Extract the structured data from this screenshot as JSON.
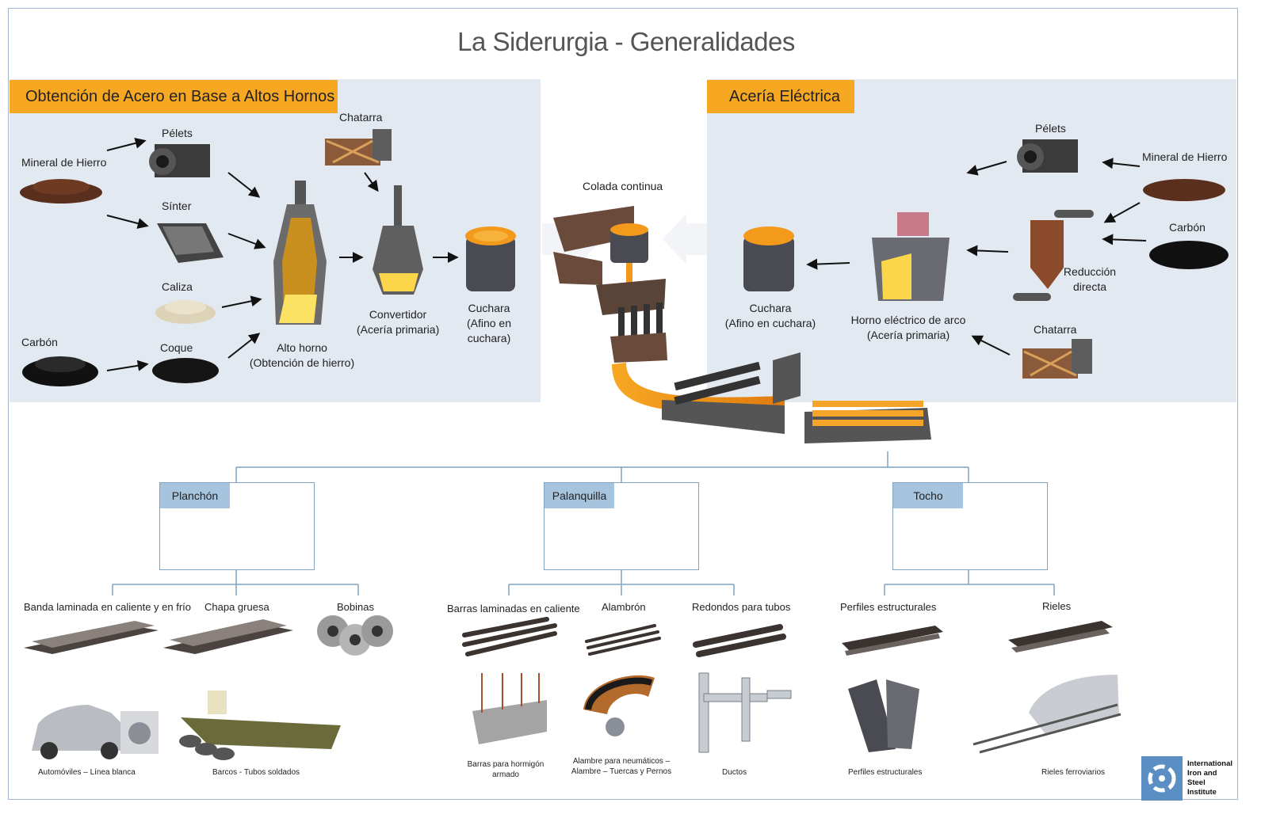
{
  "title": "La Siderurgia - Generalidades",
  "left_section": {
    "header": "Obtención de Acero en Base a Altos Hornos",
    "mineral": "Mineral de Hierro",
    "pelets": "Pélets",
    "sinter": "Sínter",
    "caliza": "Caliza",
    "carbon": "Carbón",
    "coque": "Coque",
    "chatarra": "Chatarra",
    "alto_horno_1": "Alto horno",
    "alto_horno_2": "(Obtención de hierro)",
    "convertidor_1": "Convertidor",
    "convertidor_2": "(Acería primaria)",
    "cuchara_1": "Cuchara",
    "cuchara_2": "(Afino en",
    "cuchara_3": "cuchara)"
  },
  "center": {
    "colada": "Colada continua"
  },
  "right_section": {
    "header": "Acería Eléctrica",
    "pelets": "Pélets",
    "mineral": "Mineral de Hierro",
    "carbon": "Carbón",
    "reduccion_1": "Reducción",
    "reduccion_2": "directa",
    "chatarra": "Chatarra",
    "horno_1": "Horno eléctrico de arco",
    "horno_2": "(Acería primaria)",
    "cuchara_1": "Cuchara",
    "cuchara_2": "(Afino en cuchara)"
  },
  "products": {
    "planchon": "Planchón",
    "palanquilla": "Palanquilla",
    "tocho": "Tocho"
  },
  "subproducts": {
    "banda": "Banda laminada en caliente y en frío",
    "chapa": "Chapa gruesa",
    "bobinas": "Bobinas",
    "barras": "Barras laminadas en caliente",
    "alambron": "Alambrón",
    "redondos": "Redondos para tubos",
    "perfiles": "Perfiles estructurales",
    "rieles": "Rieles"
  },
  "applications": {
    "autos": "Automóviles – Línea blanca",
    "barcos": "Barcos  - Tubos soldados",
    "hormigon_1": "Barras para hormigón",
    "hormigon_2": "armado",
    "alambre_1": "Alambre para neumáticos –",
    "alambre_2": "Alambre – Tuercas y Pernos",
    "ductos": "Ductos",
    "perfiles": "Perfiles estructurales",
    "rieles": "Rieles ferroviarios"
  },
  "logo": {
    "text": "International\nIron and\nSteel\nInstitute"
  },
  "colors": {
    "orange": "#f7a823",
    "panel": "#e3e9f0",
    "tab": "#a7c4df",
    "line": "#7fa3c4"
  }
}
